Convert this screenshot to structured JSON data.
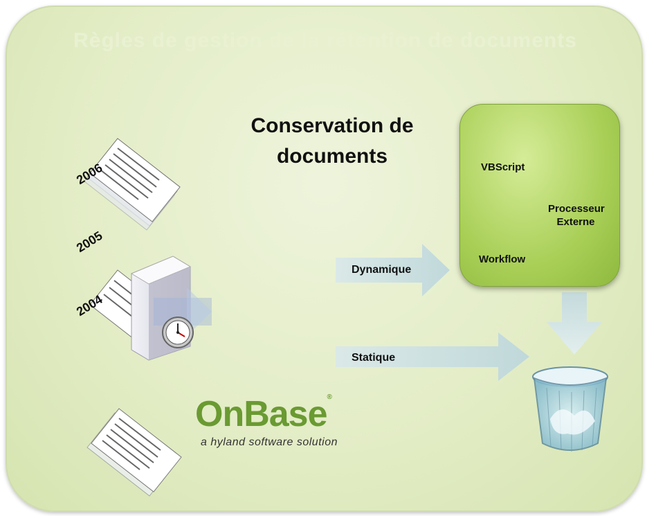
{
  "faded_title": "Règles de gestion de la rétention de documents",
  "title_line1": "Conservation de",
  "title_line2": "documents",
  "years": [
    "2006",
    "2005",
    "2004"
  ],
  "arrows": {
    "dynamic": "Dynamique",
    "static": "Statique"
  },
  "processing_box": {
    "vbscript": "VBScript",
    "external_line1": "Processeur",
    "external_line2": "Externe",
    "workflow": "Workflow"
  },
  "logo": {
    "name": "OnBase",
    "registered": "®",
    "tagline": "a hyland software solution"
  },
  "colors": {
    "panel": "#e2ecc4",
    "process_box": "#a9cf57",
    "arrow": "#cfe0e4",
    "logo_green": "#6a9a32"
  }
}
